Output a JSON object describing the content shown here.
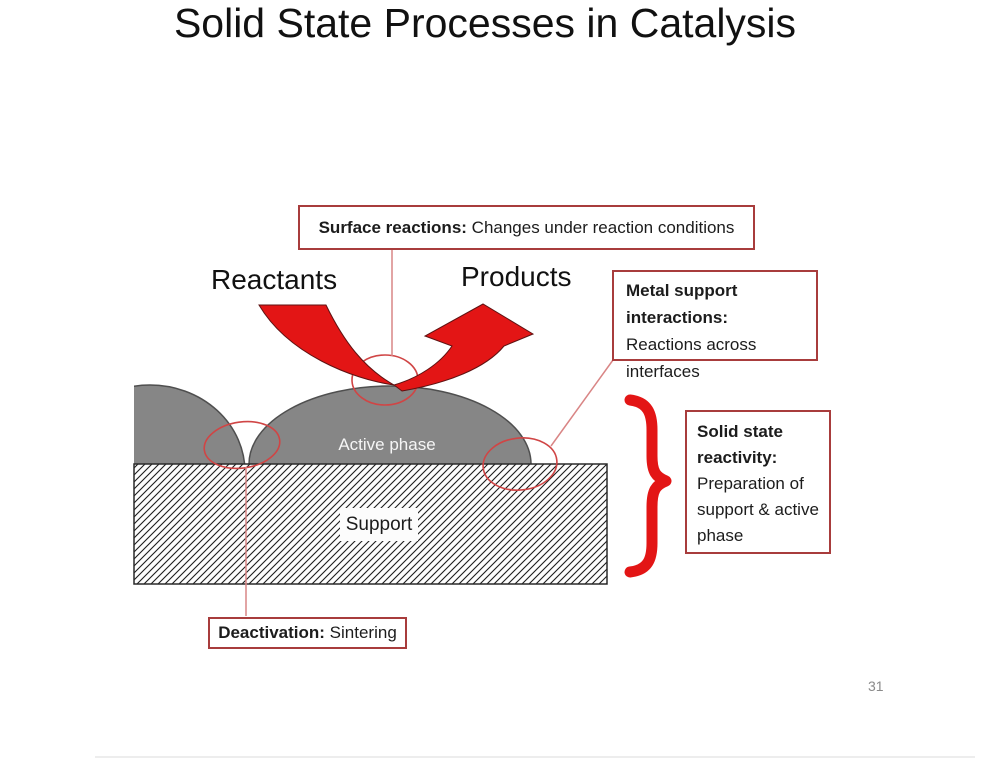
{
  "slide": {
    "title": "Solid State Processes in Catalysis",
    "page_number": "31"
  },
  "diagram": {
    "reactants_label": "Reactants",
    "products_label": "Products",
    "active_phase_label": "Active phase",
    "support_label": "Support"
  },
  "callouts": {
    "surface_reactions": {
      "term": "Surface reactions:",
      "desc": " Changes under reaction conditions"
    },
    "metal_support": {
      "term": "Metal support interactions:",
      "desc": " Reactions across interfaces"
    },
    "solid_state_reactivity": {
      "term": "Solid state reactivity:",
      "desc": " Preparation of support & active phase"
    },
    "deactivation": {
      "term": "Deactivation:",
      "desc": " Sintering"
    }
  },
  "colors": {
    "arrow_red": "#e31515",
    "box_border_red": "#a83c3c",
    "callout_line_red": "#d98585",
    "ellipse_red": "#d04545",
    "particle_gray": "#868686",
    "page_number_gray": "#8a8a8a"
  }
}
